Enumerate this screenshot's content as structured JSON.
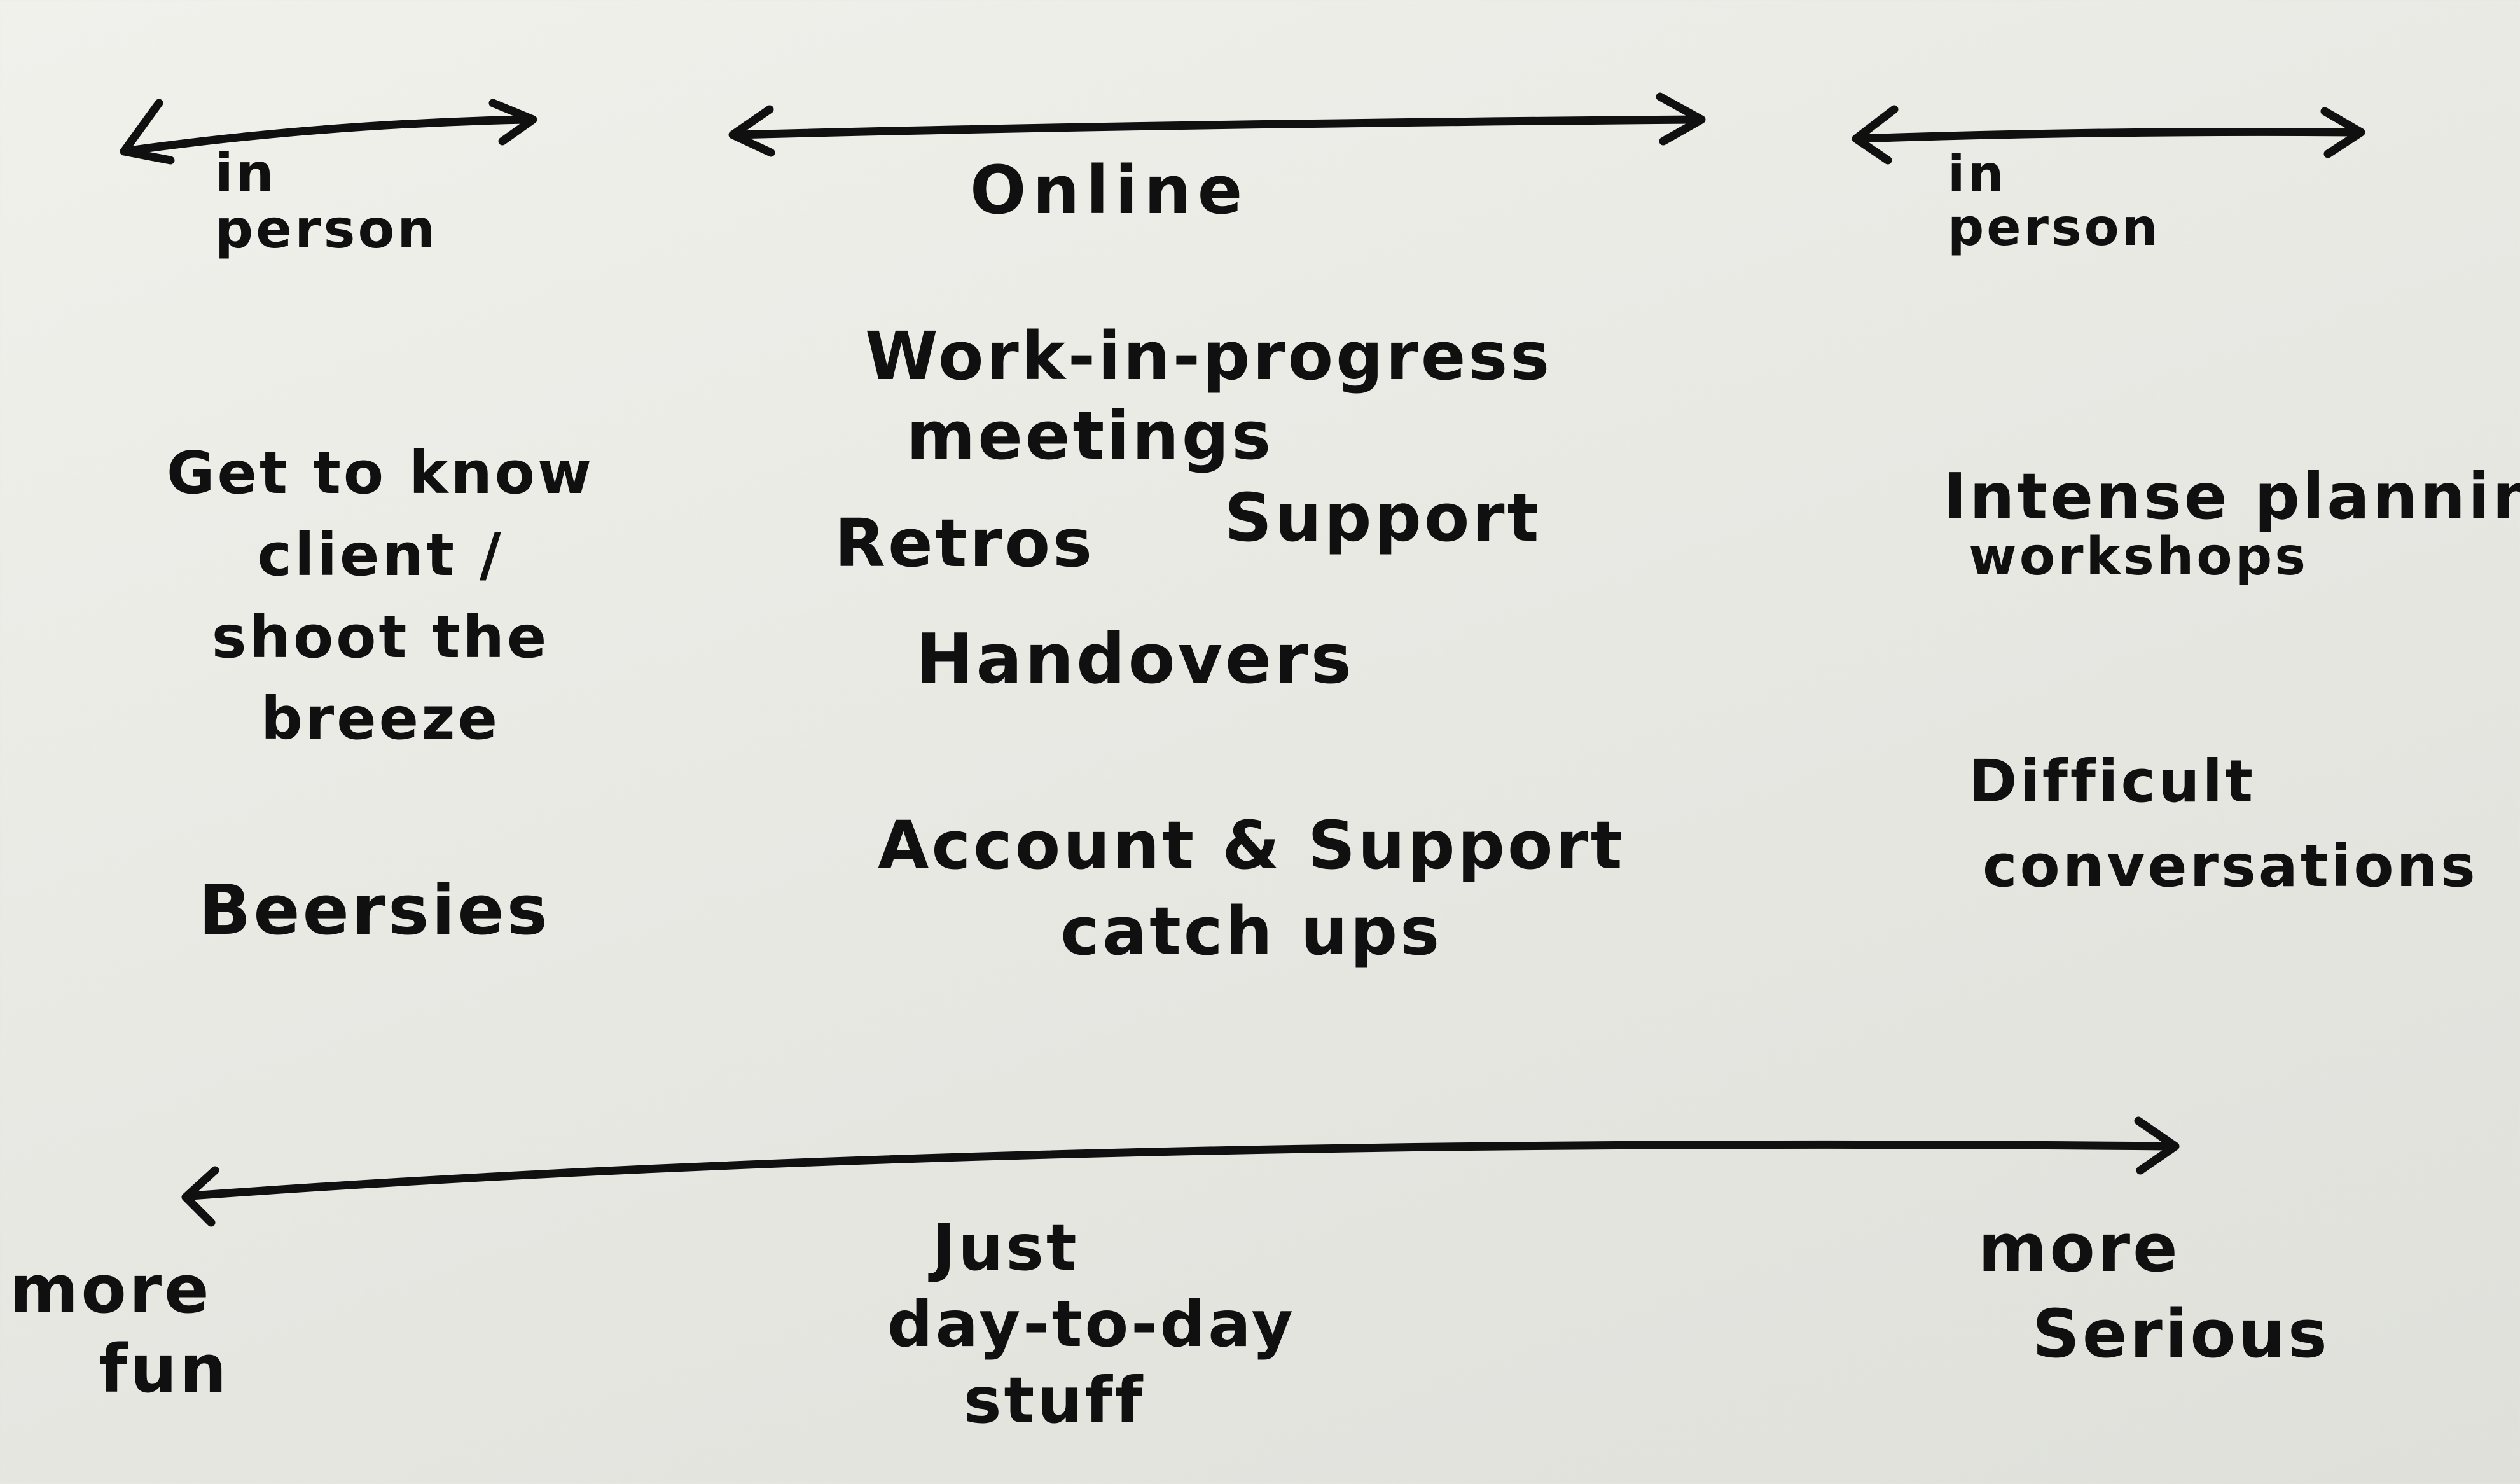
{
  "paper_color": "#eeeee9",
  "ink_color": "#101010",
  "top_scale": {
    "left_label": [
      "in",
      "person"
    ],
    "center_label": "Online",
    "right_label": [
      "in",
      "person"
    ]
  },
  "left_column": {
    "get_to_know": [
      "Get to know",
      "client /",
      "shoot the",
      "breeze"
    ],
    "beersies": "Beersies"
  },
  "center_column": {
    "wip_meetings": [
      "Work-in-progress",
      "meetings"
    ],
    "retros": "Retros",
    "support": "Support",
    "handovers": "Handovers",
    "account_catchups": [
      "Account & Support",
      "catch ups"
    ]
  },
  "right_column": {
    "planning_workshops": [
      "Intense planning",
      "workshops"
    ],
    "difficult_conversations": [
      "Difficult",
      "conversations"
    ]
  },
  "bottom_scale": {
    "left_label": [
      "more",
      "fun"
    ],
    "center_label": [
      "Just",
      "day-to-day",
      "stuff"
    ],
    "right_label": [
      "more",
      "Serious"
    ]
  }
}
